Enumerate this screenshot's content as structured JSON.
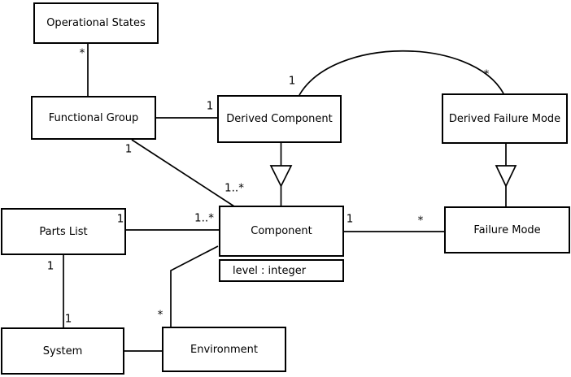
{
  "diagram_type": "uml-class-diagram",
  "colors": {
    "background": "#ffffff",
    "box_fill": "#ffffff",
    "box_border": "#000000",
    "line": "#000000",
    "text": "#000000"
  },
  "classes": [
    {
      "name": "Operational States",
      "attributes": []
    },
    {
      "name": "Functional Group",
      "attributes": []
    },
    {
      "name": "Derived Component",
      "attributes": []
    },
    {
      "name": "Derived Failure Mode",
      "attributes": []
    },
    {
      "name": "Parts List",
      "attributes": []
    },
    {
      "name": "Component",
      "attributes": [
        "level : integer"
      ]
    },
    {
      "name": "Failure Mode",
      "attributes": []
    },
    {
      "name": "System",
      "attributes": []
    },
    {
      "name": "Environment",
      "attributes": []
    }
  ],
  "relationships": [
    {
      "from": "Operational States",
      "to": "Functional Group",
      "type": "association",
      "end_labels": [
        "*"
      ]
    },
    {
      "from": "Functional Group",
      "to": "Derived Component",
      "type": "association",
      "end_labels": [
        "1"
      ]
    },
    {
      "from": "Derived Component",
      "to": "Derived Failure Mode",
      "type": "association-arc",
      "end_labels": [
        "1",
        "*"
      ]
    },
    {
      "from": "Functional Group",
      "to": "Component",
      "type": "association",
      "end_labels": [
        "1",
        "1..*"
      ]
    },
    {
      "from": "Parts List",
      "to": "Component",
      "type": "association",
      "end_labels": [
        "1",
        "1..*"
      ]
    },
    {
      "from": "Component",
      "to": "Failure Mode",
      "type": "association",
      "end_labels": [
        "1",
        "*"
      ]
    },
    {
      "from": "Derived Component",
      "to": "Component",
      "type": "generalization",
      "end_labels": []
    },
    {
      "from": "Derived Failure Mode",
      "to": "Failure Mode",
      "type": "generalization",
      "end_labels": []
    },
    {
      "from": "Parts List",
      "to": "System",
      "type": "association",
      "end_labels": [
        "1",
        "1"
      ]
    },
    {
      "from": "System",
      "to": "Environment",
      "type": "association",
      "end_labels": []
    },
    {
      "from": "Environment",
      "to": "Component",
      "type": "association",
      "end_labels": [
        "*"
      ]
    }
  ]
}
